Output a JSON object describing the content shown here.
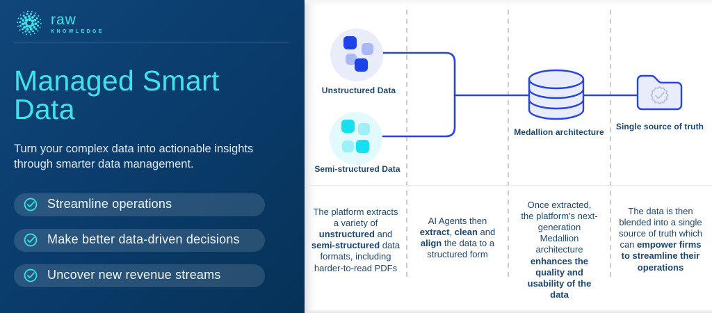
{
  "brand": {
    "name": "raw",
    "tagline": "KNOWLEDGE"
  },
  "colors": {
    "accent_cyan": "#3FE3E9",
    "panel_blue_top": "#10467A",
    "panel_blue_bottom": "#063257",
    "diagram_line_blue": "#2543E6",
    "node_fill_lavender": "#E9EDFB",
    "node_fill_cyan": "#E2FAFC",
    "square_dark_blue": "#1D43E8",
    "square_light_blue": "#AAB8F3",
    "square_bright_cyan": "#16E0EF",
    "square_light_cyan": "#9DF0F7",
    "text_navy": "#1B4674",
    "seal_gray": "#B6C2DD"
  },
  "left": {
    "title": "Managed Smart Data",
    "subtitle": "Turn your complex data into actionable insights through smarter data management.",
    "bullets": [
      "Streamline operations",
      "Make better data-driven decisions",
      "Uncover new revenue streams"
    ]
  },
  "diagram": {
    "nodes": [
      {
        "id": "unstructured",
        "label": "Unstructured Data"
      },
      {
        "id": "semi-structured",
        "label": "Semi-structured Data"
      },
      {
        "id": "medallion",
        "label": "Medallion architecture"
      },
      {
        "id": "single-source",
        "label": "Single source of truth"
      }
    ],
    "columns": [
      {
        "segments": [
          {
            "t": "The platform extracts a variety of "
          },
          {
            "t": "unstructured",
            "b": true
          },
          {
            "t": " and "
          },
          {
            "t": "semi-structured",
            "b": true
          },
          {
            "t": " data formats, including harder-to-read PDFs"
          }
        ]
      },
      {
        "segments": [
          {
            "t": "AI Agents then "
          },
          {
            "t": "extract",
            "b": true
          },
          {
            "t": ", "
          },
          {
            "t": "clean",
            "b": true
          },
          {
            "t": " and "
          },
          {
            "t": "align",
            "b": true
          },
          {
            "t": " the data to a structured form"
          }
        ]
      },
      {
        "segments": [
          {
            "t": "Once extracted, the platform's next-generation Medallion architecture "
          },
          {
            "t": "enhances the quality and usability of the data",
            "b": true
          }
        ]
      },
      {
        "segments": [
          {
            "t": "The data is then blended into a single source of truth which can "
          },
          {
            "t": "empower firms to streamline their operations",
            "b": true
          }
        ]
      }
    ]
  }
}
